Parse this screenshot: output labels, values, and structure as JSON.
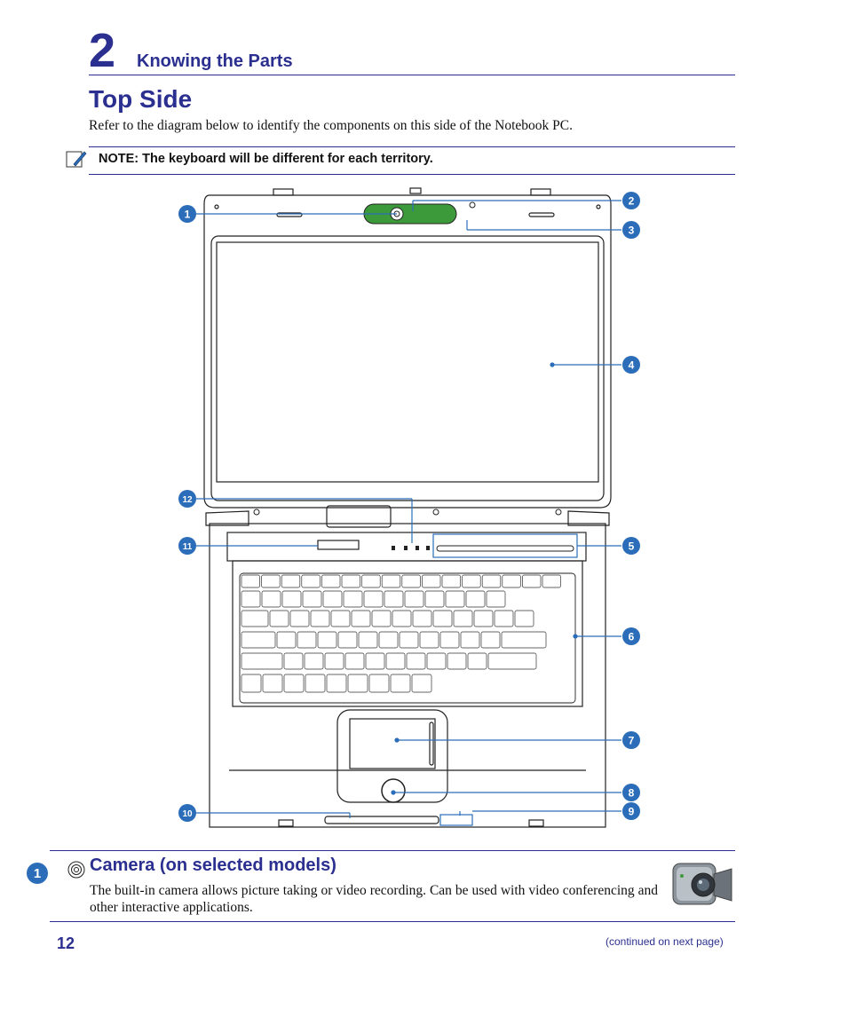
{
  "header": {
    "chapter_number": "2",
    "chapter_title": "Knowing the Parts"
  },
  "section": {
    "title": "Top Side",
    "intro": "Refer to the diagram below to identify the components on this side of the Notebook PC."
  },
  "note": {
    "icon": "note-pencil-icon",
    "text": "NOTE: The keyboard will be different for each territory."
  },
  "diagram": {
    "callouts": [
      "1",
      "2",
      "3",
      "4",
      "5",
      "6",
      "7",
      "8",
      "9",
      "10",
      "11",
      "12"
    ],
    "accent_color": "#2b6db8",
    "camera_color": "#3d9a3a"
  },
  "item": {
    "number": "1",
    "icon": "camera-lens-icon",
    "title": "Camera (on selected models)",
    "description": "The built-in camera allows picture taking or video recording. Can be used with video conferencing and other interactive applications.",
    "image_icon": "camcorder-icon"
  },
  "footer": {
    "page_number": "12",
    "continued": "(continued on next page)"
  }
}
